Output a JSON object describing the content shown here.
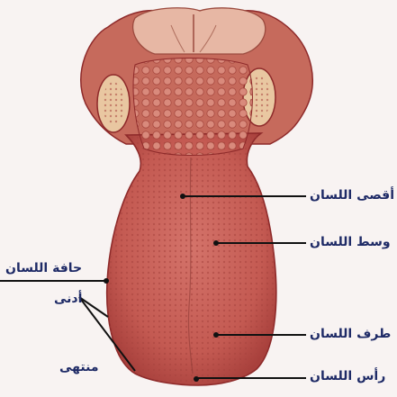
{
  "labels": {
    "back": "أقصى اللسان",
    "middle": "وسط اللسان",
    "edge": "حافة اللسان",
    "nearer": "أدنى",
    "front": "طرف اللسان",
    "end": "منتهى",
    "tip": "رأس اللسان"
  },
  "colors": {
    "tongue": "#c85a4f",
    "tongue_dark": "#8e2a2a",
    "label_text": "#1e2a66",
    "leader_line": "#111111",
    "background": "#f8f3f2"
  }
}
